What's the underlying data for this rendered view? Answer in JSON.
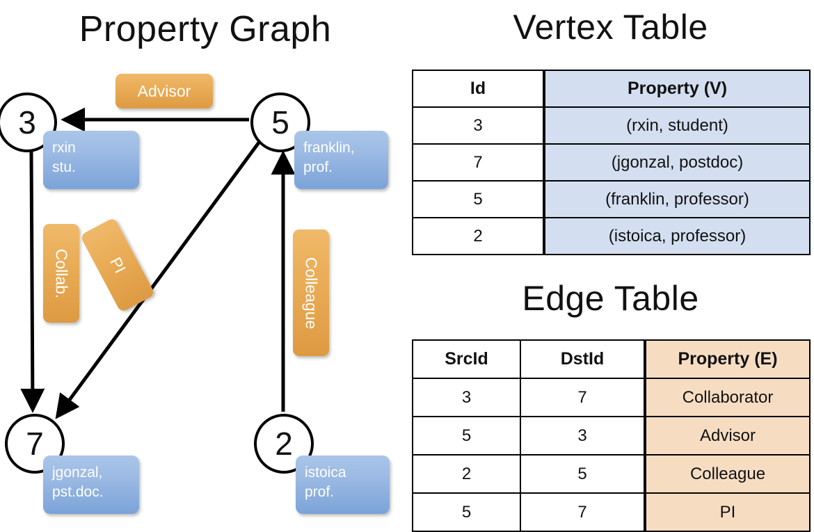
{
  "titles": {
    "property_graph": "Property Graph",
    "vertex_table": "Vertex Table",
    "edge_table": "Edge Table"
  },
  "graph": {
    "nodes": [
      {
        "id": "3",
        "property_line1": "rxin",
        "property_line2": "stu."
      },
      {
        "id": "5",
        "property_line1": "franklin,",
        "property_line2": "prof."
      },
      {
        "id": "7",
        "property_line1": "jgonzal,",
        "property_line2": "pst.doc."
      },
      {
        "id": "2",
        "property_line1": "istoica",
        "property_line2": "prof."
      }
    ],
    "edge_labels": [
      {
        "name": "advisor",
        "label": "Advisor"
      },
      {
        "name": "collab",
        "label": "Collab."
      },
      {
        "name": "pi",
        "label": "PI"
      },
      {
        "name": "colleague",
        "label": "Colleague"
      }
    ]
  },
  "vertex_table": {
    "headers": [
      "Id",
      "Property (V)"
    ],
    "rows": [
      {
        "id": "3",
        "property": "(rxin, student)"
      },
      {
        "id": "7",
        "property": "(jgonzal, postdoc)"
      },
      {
        "id": "5",
        "property": "(franklin, professor)"
      },
      {
        "id": "2",
        "property": "(istoica, professor)"
      }
    ]
  },
  "edge_table": {
    "headers": [
      "SrcId",
      "DstId",
      "Property (E)"
    ],
    "rows": [
      {
        "src": "3",
        "dst": "7",
        "property": "Collaborator"
      },
      {
        "src": "5",
        "dst": "3",
        "property": "Advisor"
      },
      {
        "src": "2",
        "dst": "5",
        "property": "Colleague"
      },
      {
        "src": "5",
        "dst": "7",
        "property": "PI"
      }
    ]
  },
  "colors": {
    "vertex_property_fill": "#d3dff0",
    "edge_property_fill": "#f6ddc2",
    "node_property_box": "#9dbbe4",
    "edge_label_box": "#e9ab55",
    "stroke": "#000000"
  }
}
